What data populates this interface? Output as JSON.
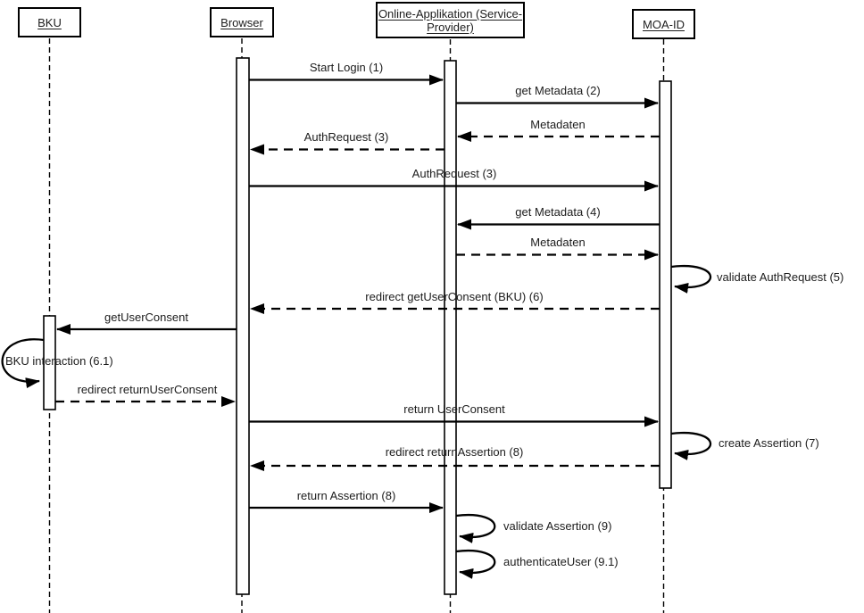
{
  "actors": [
    {
      "id": "bku",
      "label": "BKU"
    },
    {
      "id": "browser",
      "label": "Browser"
    },
    {
      "id": "service-provider",
      "label": "Online-Applikation (Service-\nProvider)"
    },
    {
      "id": "moa-id",
      "label": "MOA-ID"
    }
  ],
  "messages": [
    {
      "label": "Start Login (1)",
      "from": "browser",
      "to": "service-provider",
      "style": "solid"
    },
    {
      "label": "get Metadata (2)",
      "from": "service-provider",
      "to": "moa-id",
      "style": "solid"
    },
    {
      "label": "Metadaten",
      "from": "moa-id",
      "to": "service-provider",
      "style": "dashed"
    },
    {
      "label": "AuthRequest (3)",
      "from": "service-provider",
      "to": "browser",
      "style": "dashed"
    },
    {
      "label": "AuthRequest (3)",
      "from": "browser",
      "to": "moa-id",
      "style": "solid"
    },
    {
      "label": "get Metadata (4)",
      "from": "moa-id",
      "to": "service-provider",
      "style": "solid"
    },
    {
      "label": "Metadaten",
      "from": "service-provider",
      "to": "moa-id",
      "style": "dashed"
    },
    {
      "label": "validate AuthRequest (5)",
      "from": "moa-id",
      "to": "moa-id",
      "style": "self"
    },
    {
      "label": "redirect getUserConsent (BKU) (6)",
      "from": "moa-id",
      "to": "browser",
      "style": "dashed"
    },
    {
      "label": "getUserConsent",
      "from": "browser",
      "to": "bku",
      "style": "solid"
    },
    {
      "label": "BKU interaction (6.1)",
      "from": "bku",
      "to": "bku",
      "style": "self"
    },
    {
      "label": "redirect returnUserConsent",
      "from": "bku",
      "to": "browser",
      "style": "dashed"
    },
    {
      "label": "return UserConsent",
      "from": "browser",
      "to": "moa-id",
      "style": "solid"
    },
    {
      "label": "create Assertion (7)",
      "from": "moa-id",
      "to": "moa-id",
      "style": "self"
    },
    {
      "label": "redirect returnAssertion (8)",
      "from": "moa-id",
      "to": "browser",
      "style": "dashed"
    },
    {
      "label": "return Assertion (8)",
      "from": "browser",
      "to": "service-provider",
      "style": "solid"
    },
    {
      "label": "validate Assertion (9)",
      "from": "service-provider",
      "to": "service-provider",
      "style": "self"
    },
    {
      "label": "authenticateUser (9.1)",
      "from": "service-provider",
      "to": "service-provider",
      "style": "self"
    }
  ],
  "colors": {
    "line": "#000000",
    "background": "#ffffff",
    "text": "#1c1c1c"
  }
}
